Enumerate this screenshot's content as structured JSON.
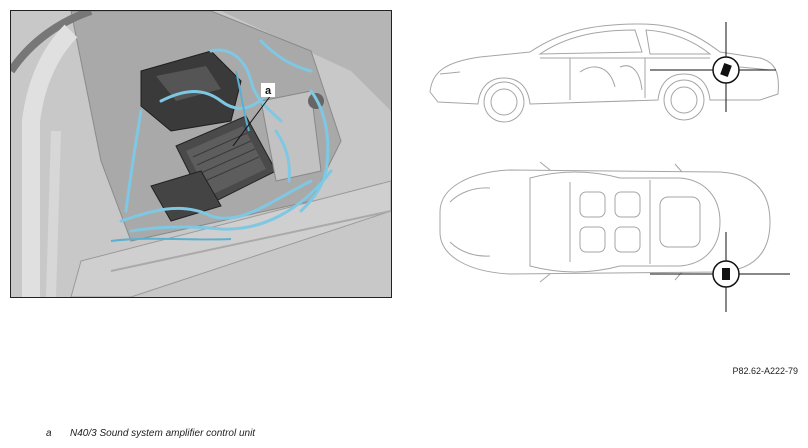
{
  "figure": {
    "callout_letter": "a",
    "reference_code": "P82.62-A222-79"
  },
  "legend": [
    {
      "letter": "a",
      "text": "N40/3 Sound system amplifier control unit"
    }
  ],
  "colors": {
    "highlight": "#7ec8e3",
    "frame_bg": "#b8b8b8",
    "line": "#9a9a9a"
  }
}
